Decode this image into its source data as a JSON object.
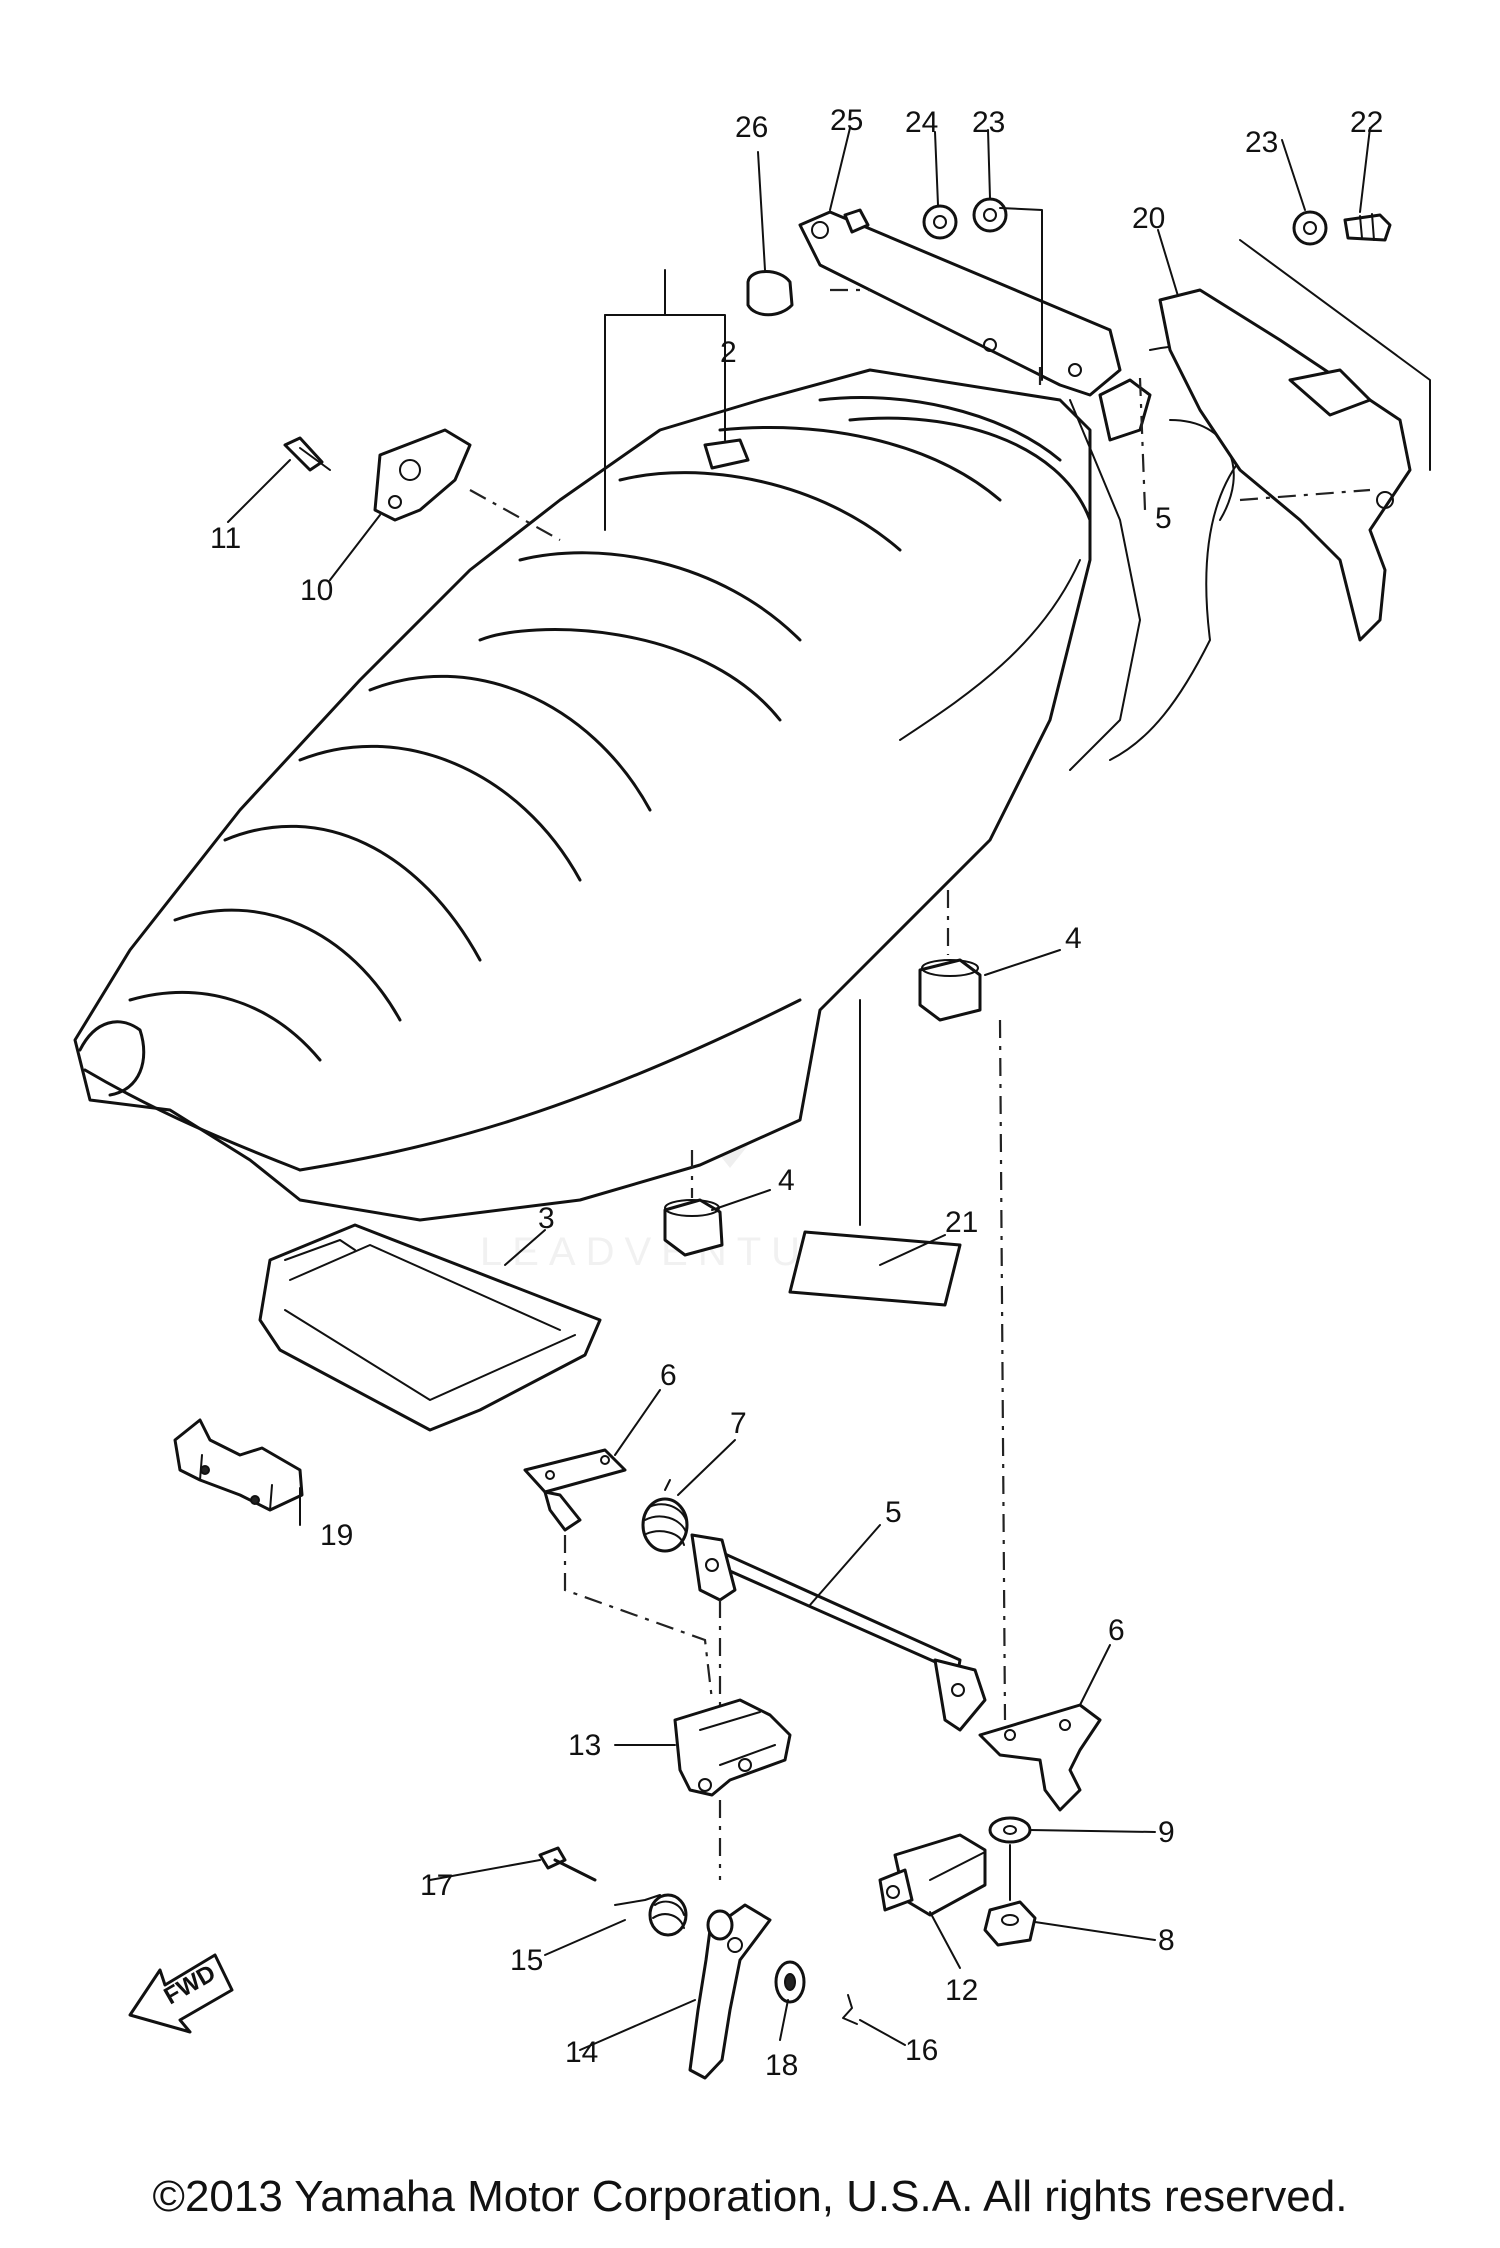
{
  "callouts": [
    "26",
    "25",
    "24",
    "23",
    "23",
    "22",
    "20",
    "2",
    "11",
    "10",
    "5",
    "4",
    "4",
    "3",
    "21",
    "6",
    "7",
    "5",
    "19",
    "6",
    "13",
    "9",
    "17",
    "8",
    "15",
    "12",
    "14",
    "18",
    "16"
  ],
  "fwd_label": "FWD",
  "watermark": "LEADVENTURE",
  "copyright": "©2013 Yamaha Motor Corporation, U.S.A. All rights reserved."
}
